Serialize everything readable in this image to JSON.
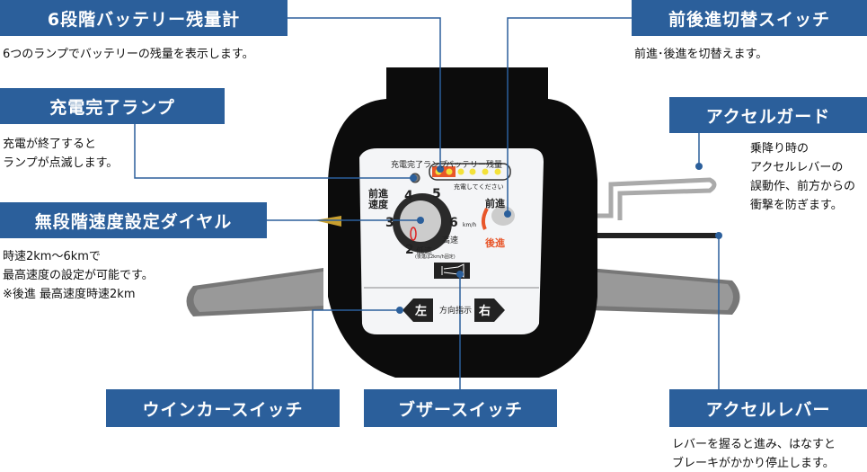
{
  "callouts": {
    "battery_meter": {
      "title": "6段階バッテリー残量計",
      "desc": "6つのランプでバッテリーの残量を表示します。"
    },
    "charge_lamp": {
      "title": "充電完了ランプ",
      "desc": "充電が終了すると\nランプが点滅します。"
    },
    "speed_dial": {
      "title": "無段階速度設定ダイヤル",
      "desc": "時速2km〜6kmで\n最高速度の設定が可能です。\n※後進 最高速度時速2km"
    },
    "direction_switch": {
      "title": "前後進切替スイッチ",
      "desc": "前進･後進を切替えます。"
    },
    "accel_guard": {
      "title": "アクセルガード",
      "desc": "乗降り時の\nアクセルレバーの\n誤動作、前方からの\n衝撃を防ぎます。"
    },
    "winker_switch": {
      "title": "ウインカースイッチ"
    },
    "buzzer_switch": {
      "title": "ブザースイッチ"
    },
    "accel_lever": {
      "title": "アクセルレバー",
      "desc": "レバーを握ると進み、はなすと\nブレーキがかかり停止します。"
    }
  },
  "panel": {
    "charge_lamp_label": "充電完了ランプ",
    "battery_label": "バッテリー残量",
    "charge_prompt": "充電してください",
    "speed_label": "前進\n速度",
    "dial_numbers": [
      "2",
      "3",
      "4",
      "5",
      "6"
    ],
    "low": "低速",
    "low_note": "(後進は2km/h固定)",
    "high": "高速",
    "unit": "km/h",
    "forward": "前進",
    "reverse": "後進",
    "direction_label": "方向指示",
    "left": "左",
    "right": "右"
  },
  "colors": {
    "label_bg": "#2b5f9b",
    "leader_line": "#2b5f9b",
    "battery_red": "#e8562a",
    "battery_yellow": "#f4e23a"
  }
}
